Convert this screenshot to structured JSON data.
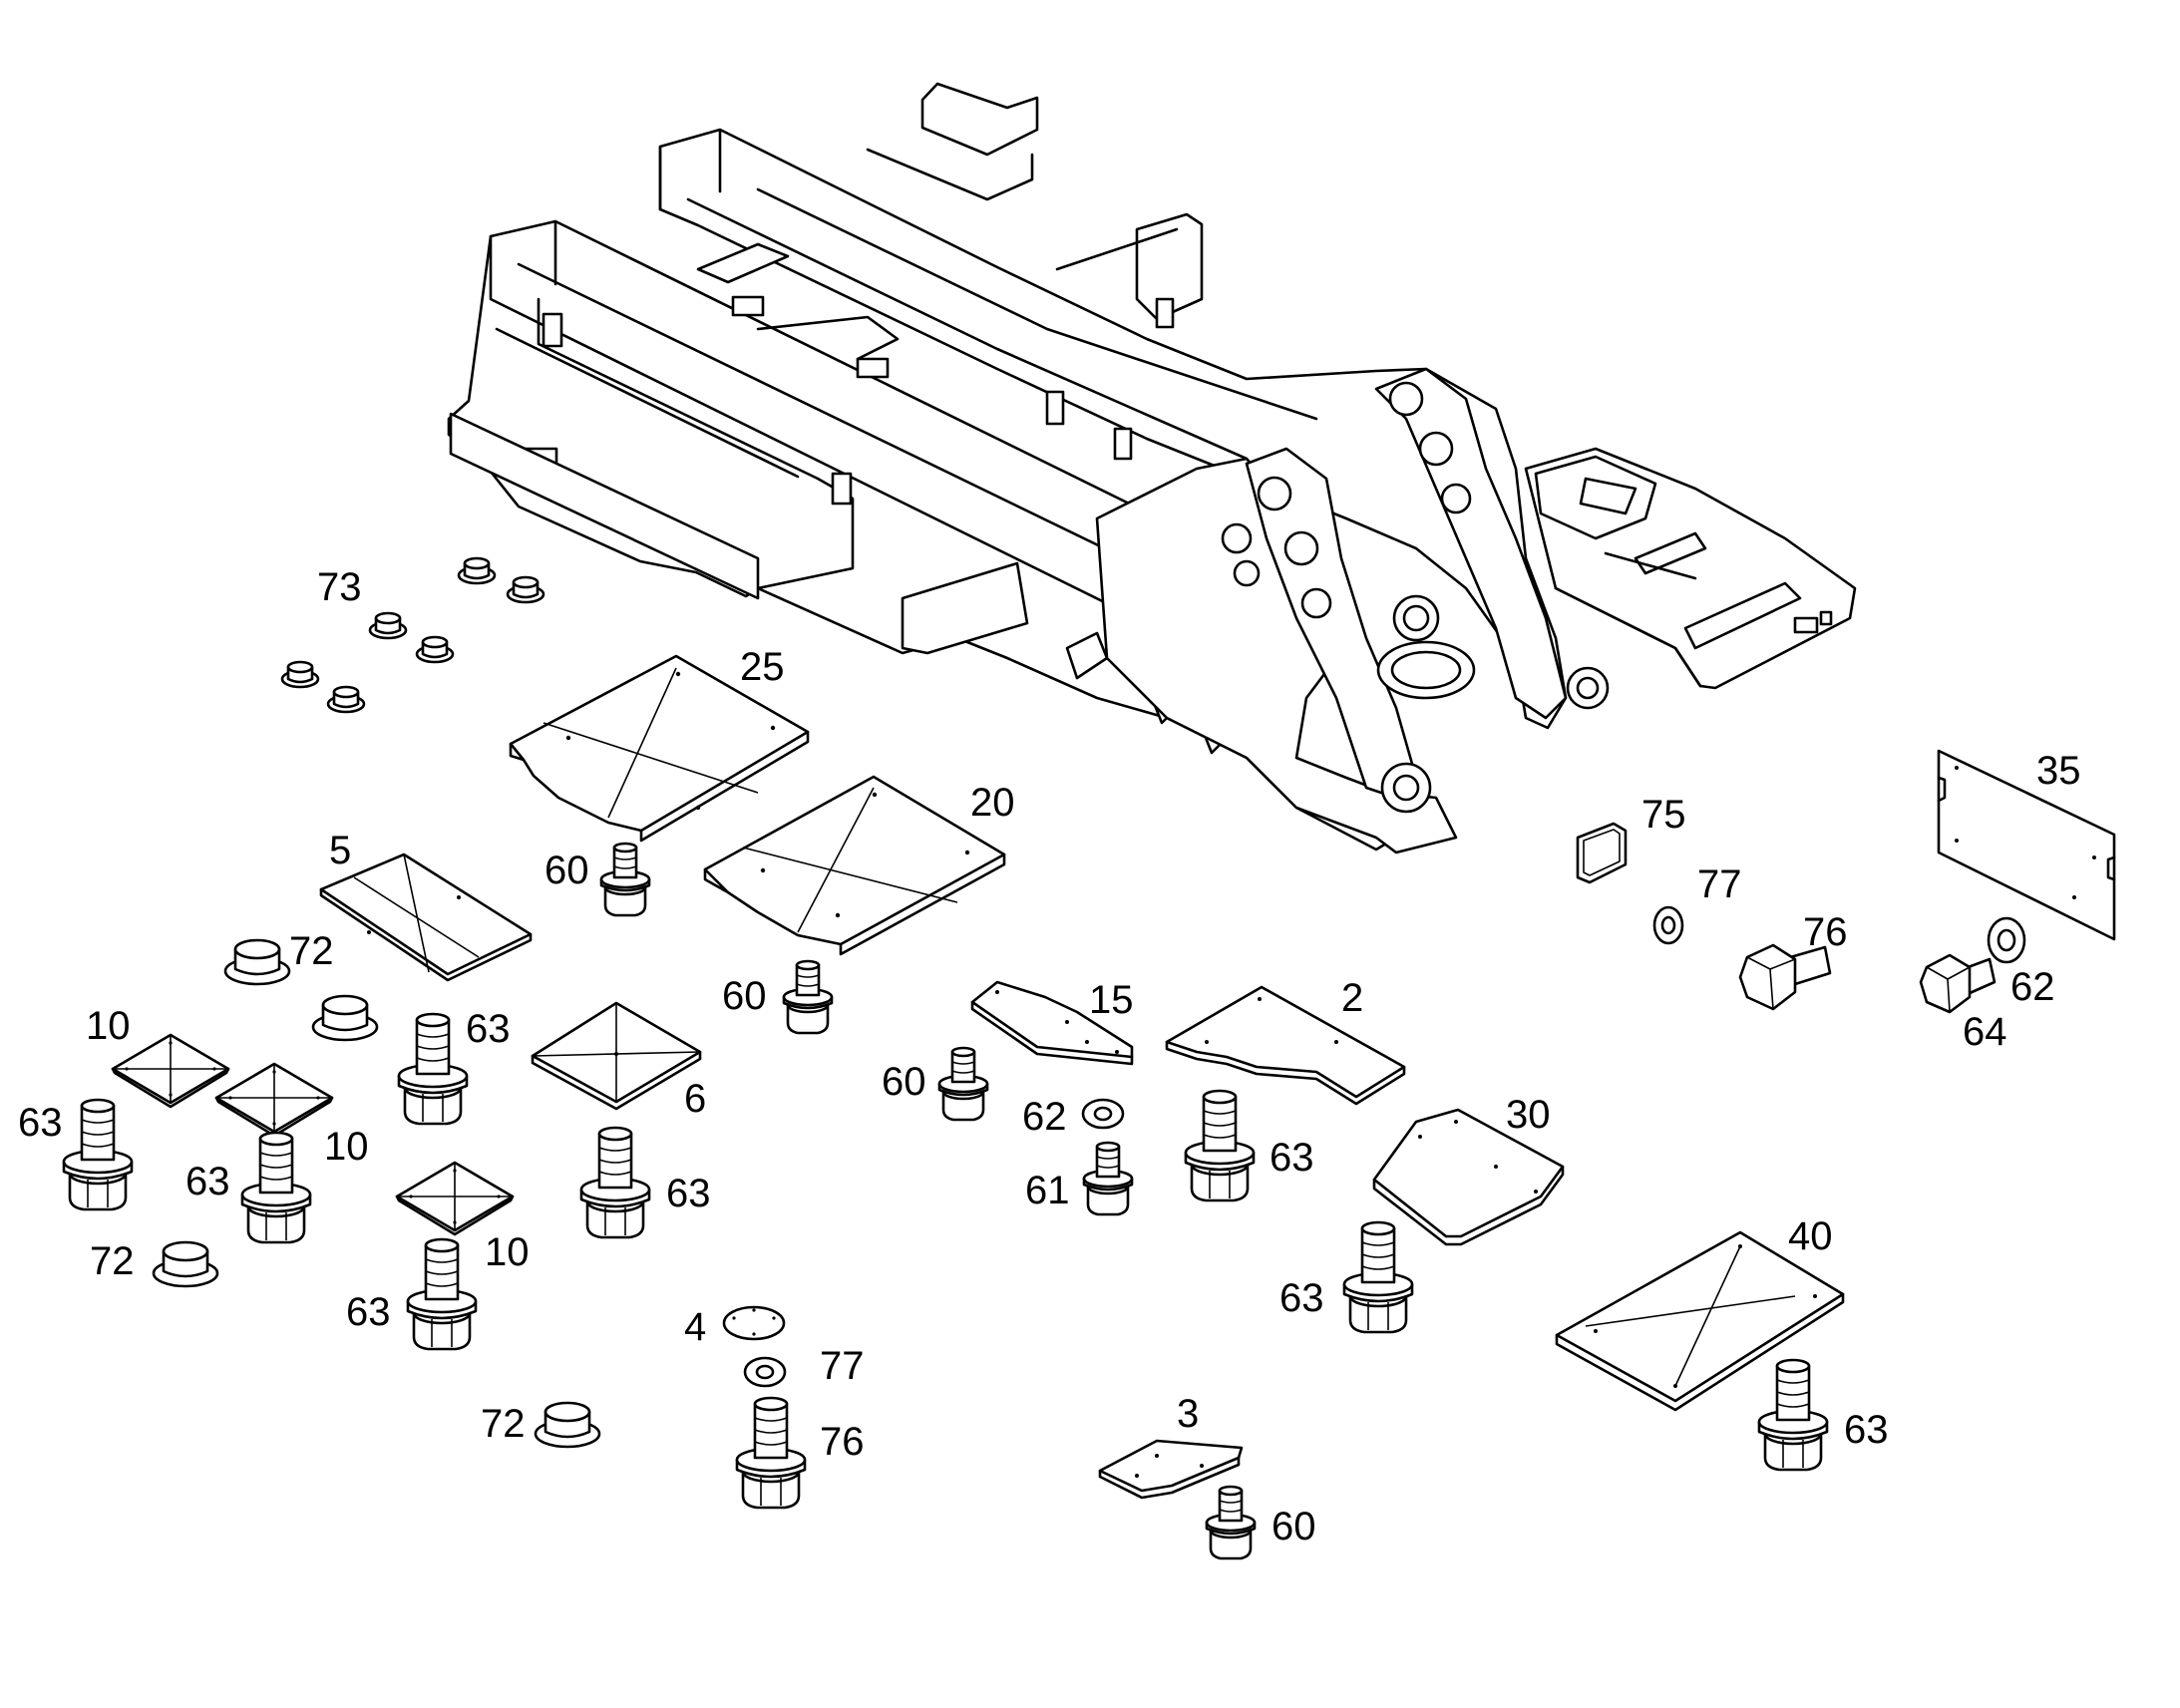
{
  "diagram": {
    "callouts": [
      {
        "id": "c73",
        "text": "73"
      },
      {
        "id": "c25",
        "text": "25"
      },
      {
        "id": "c20",
        "text": "20"
      },
      {
        "id": "c5",
        "text": "5"
      },
      {
        "id": "c60a",
        "text": "60"
      },
      {
        "id": "c72a",
        "text": "72"
      },
      {
        "id": "c60b",
        "text": "60"
      },
      {
        "id": "c10a",
        "text": "10"
      },
      {
        "id": "c63a",
        "text": "63"
      },
      {
        "id": "c63b",
        "text": "63"
      },
      {
        "id": "c6",
        "text": "6"
      },
      {
        "id": "c10b",
        "text": "10"
      },
      {
        "id": "c63c",
        "text": "63"
      },
      {
        "id": "c63d",
        "text": "63"
      },
      {
        "id": "c72b",
        "text": "72"
      },
      {
        "id": "c10c",
        "text": "10"
      },
      {
        "id": "c63e",
        "text": "63"
      },
      {
        "id": "c15",
        "text": "15"
      },
      {
        "id": "c60c",
        "text": "60"
      },
      {
        "id": "c62a",
        "text": "62"
      },
      {
        "id": "c61",
        "text": "61"
      },
      {
        "id": "c2",
        "text": "2"
      },
      {
        "id": "c63f",
        "text": "63"
      },
      {
        "id": "c30",
        "text": "30"
      },
      {
        "id": "c63g",
        "text": "63"
      },
      {
        "id": "c40",
        "text": "40"
      },
      {
        "id": "c63h",
        "text": "63"
      },
      {
        "id": "c4",
        "text": "4"
      },
      {
        "id": "c77a",
        "text": "77"
      },
      {
        "id": "c76a",
        "text": "76"
      },
      {
        "id": "c72c",
        "text": "72"
      },
      {
        "id": "c3",
        "text": "3"
      },
      {
        "id": "c60d",
        "text": "60"
      },
      {
        "id": "c75",
        "text": "75"
      },
      {
        "id": "c77b",
        "text": "77"
      },
      {
        "id": "c76b",
        "text": "76"
      },
      {
        "id": "c35",
        "text": "35"
      },
      {
        "id": "c62b",
        "text": "62"
      },
      {
        "id": "c64",
        "text": "64"
      }
    ]
  }
}
